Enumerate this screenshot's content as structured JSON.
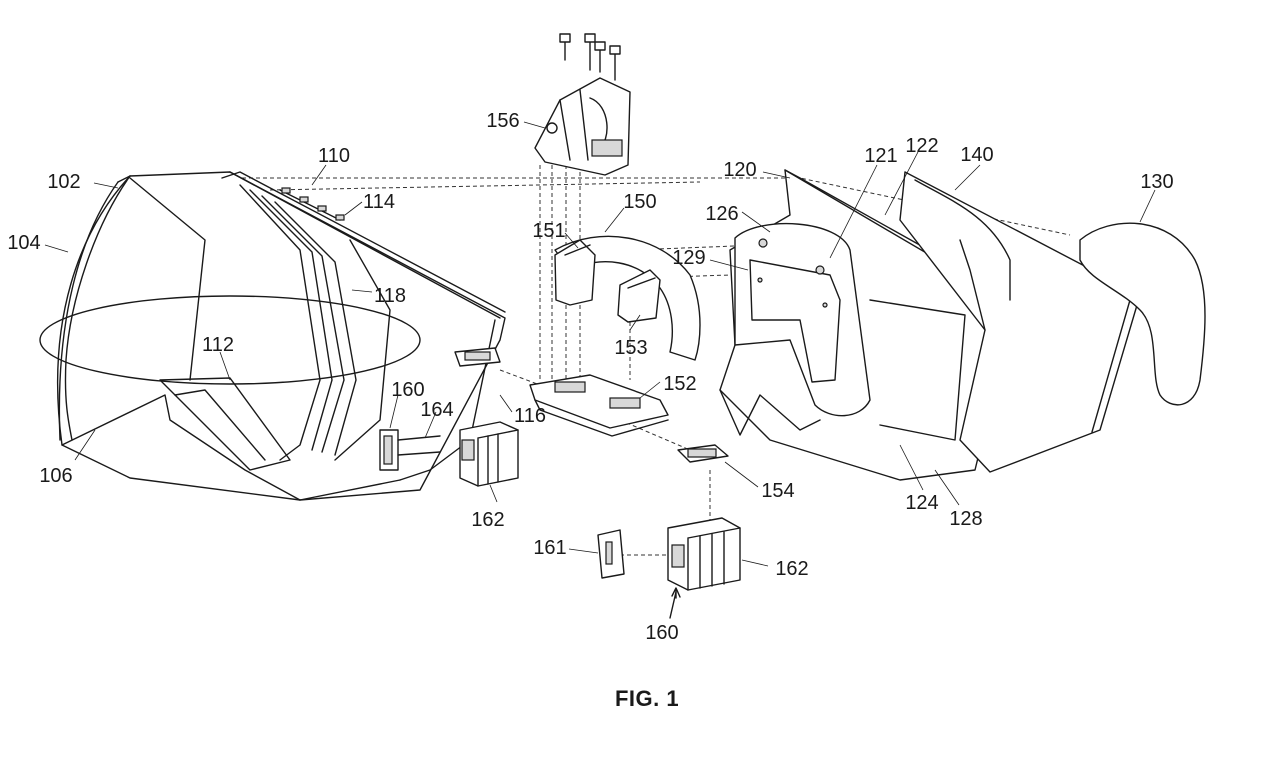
{
  "caption": "FIG. 1",
  "labels": {
    "l102": "102",
    "l104": "104",
    "l106": "106",
    "l110": "110",
    "l112": "112",
    "l114": "114",
    "l116": "116",
    "l118": "118",
    "l120": "120",
    "l121": "121",
    "l122": "122",
    "l124": "124",
    "l126": "126",
    "l128": "128",
    "l129": "129",
    "l130": "130",
    "l140": "140",
    "l150": "150",
    "l151": "151",
    "l152": "152",
    "l153": "153",
    "l154": "154",
    "l156": "156",
    "l160a": "160",
    "l160b": "160",
    "l161": "161",
    "l162a": "162",
    "l162b": "162",
    "l164": "164"
  }
}
